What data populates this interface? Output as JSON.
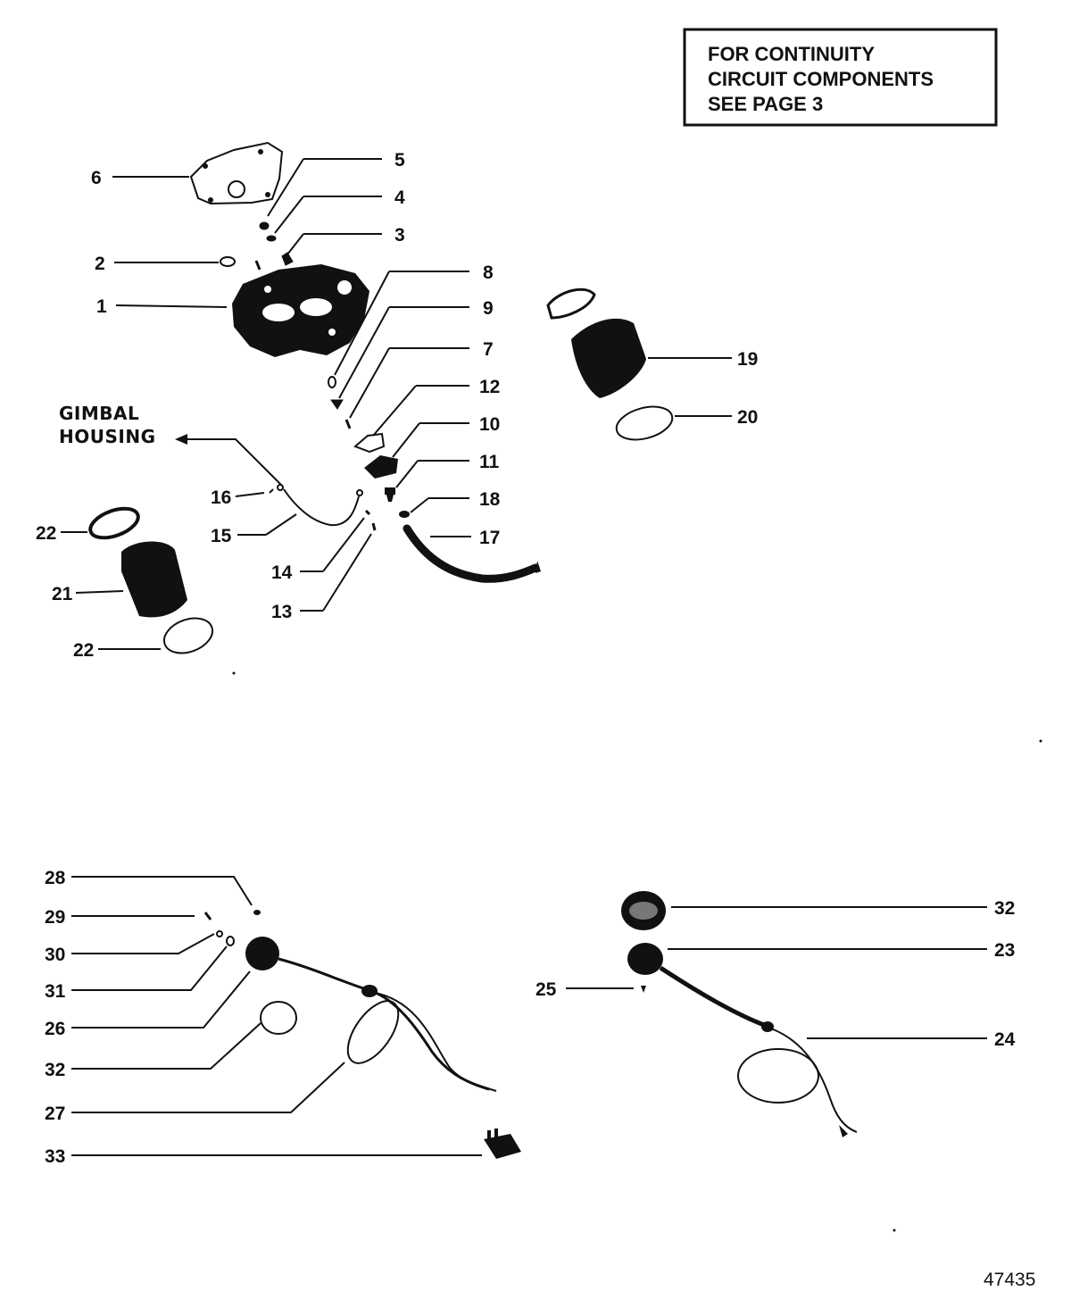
{
  "notice": {
    "line1": "FOR CONTINUITY",
    "line2": "CIRCUIT COMPONENTS",
    "line3": "SEE PAGE 3"
  },
  "annotation": {
    "line1": "GIMBAL",
    "line2": "HOUSING"
  },
  "callouts": {
    "c1": "1",
    "c2": "2",
    "c3": "3",
    "c4": "4",
    "c5": "5",
    "c6": "6",
    "c7": "7",
    "c8": "8",
    "c9": "9",
    "c10": "10",
    "c11": "11",
    "c12": "12",
    "c13": "13",
    "c14": "14",
    "c15": "15",
    "c16": "16",
    "c17": "17",
    "c18": "18",
    "c19": "19",
    "c20": "20",
    "c21": "21",
    "c22a": "22",
    "c22b": "22",
    "c23": "23",
    "c24": "24",
    "c25": "25",
    "c26": "26",
    "c27": "27",
    "c28": "28",
    "c29": "29",
    "c30": "30",
    "c31": "31",
    "c32a": "32",
    "c32b": "32",
    "c33": "33"
  },
  "figure_number": "47435"
}
